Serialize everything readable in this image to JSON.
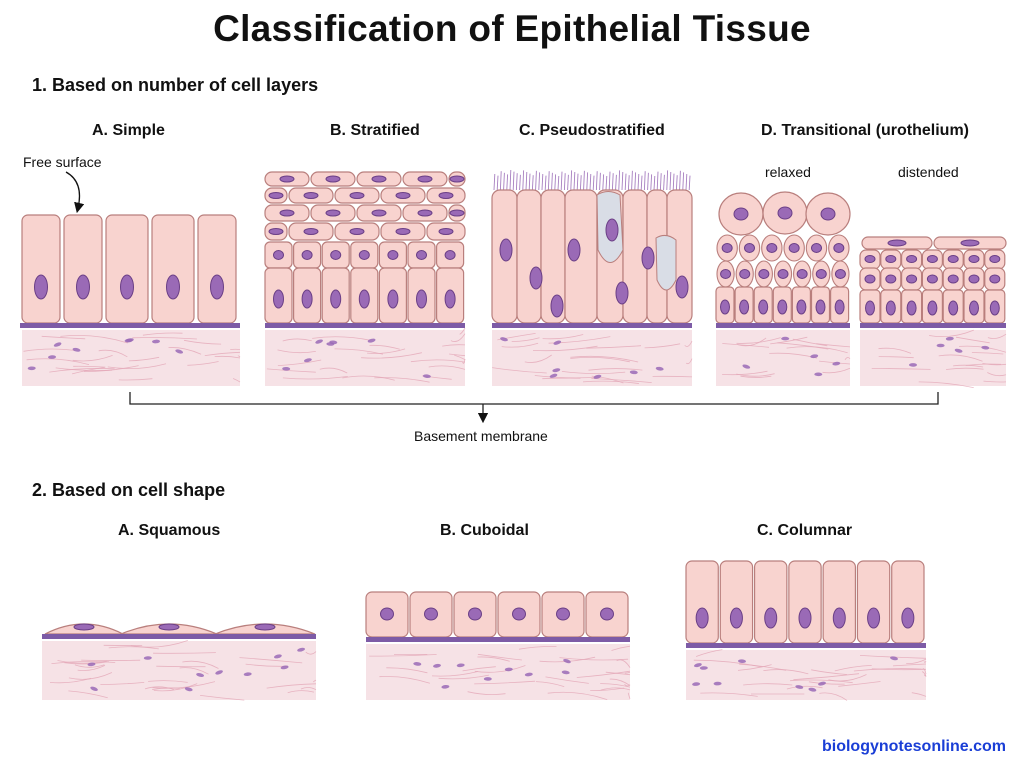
{
  "title": "Classification of Epithelial Tissue",
  "section_1": {
    "heading": "1. Based on number of cell layers",
    "panels": {
      "simple": "A. Simple",
      "stratified": "B. Stratified",
      "pseudostratified": "C. Pseudostratified",
      "transitional": "D. Transitional (urothelium)"
    },
    "free_surface_label": "Free surface",
    "relaxed_label": "relaxed",
    "distended_label": "distended",
    "basement_membrane_label": "Basement membrane"
  },
  "section_2": {
    "heading": "2. Based on cell shape",
    "panels": {
      "squamous": "A. Squamous",
      "cuboidal": "B. Cuboidal",
      "columnar": "C. Columnar"
    }
  },
  "source": "biologynotesonline.com",
  "colors": {
    "cell_fill": "#f8d3cf",
    "cell_stroke": "#b97f7d",
    "nucleus": "#9a6ab6",
    "nucleus_stroke": "#6b3f86",
    "membrane": "#7d5ba6",
    "connective": "#f6e2e6",
    "fiber": "#e3a6b6",
    "cilia": "#a77fc0",
    "goblet": "#d9dde6",
    "source_text": "#1a3ed6"
  }
}
